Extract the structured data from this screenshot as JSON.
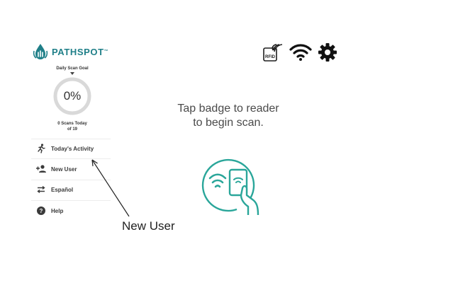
{
  "brand": {
    "name": "PATHSPOT",
    "trademark": "™",
    "color": "#1f7f88"
  },
  "goal": {
    "label": "Daily Scan Goal",
    "percent_text": "0%",
    "progress": 0,
    "scans_line1": "0 Scans Today",
    "scans_line2": "of 19"
  },
  "menu": {
    "items": [
      {
        "label": "Today's Activity",
        "icon": "running-person-icon"
      },
      {
        "label": "New User",
        "icon": "add-user-icon"
      },
      {
        "label": "Español",
        "icon": "swap-language-icon"
      },
      {
        "label": "Help",
        "icon": "help-icon"
      }
    ]
  },
  "status": {
    "rfid_label": "RFID",
    "icons": [
      "rfid-reader-icon",
      "wifi-icon",
      "gear-icon"
    ]
  },
  "scan": {
    "line1": "Tap badge to reader",
    "line2": "to begin scan.",
    "accent": "#2aa69a"
  },
  "annotation": {
    "label": "New User"
  }
}
